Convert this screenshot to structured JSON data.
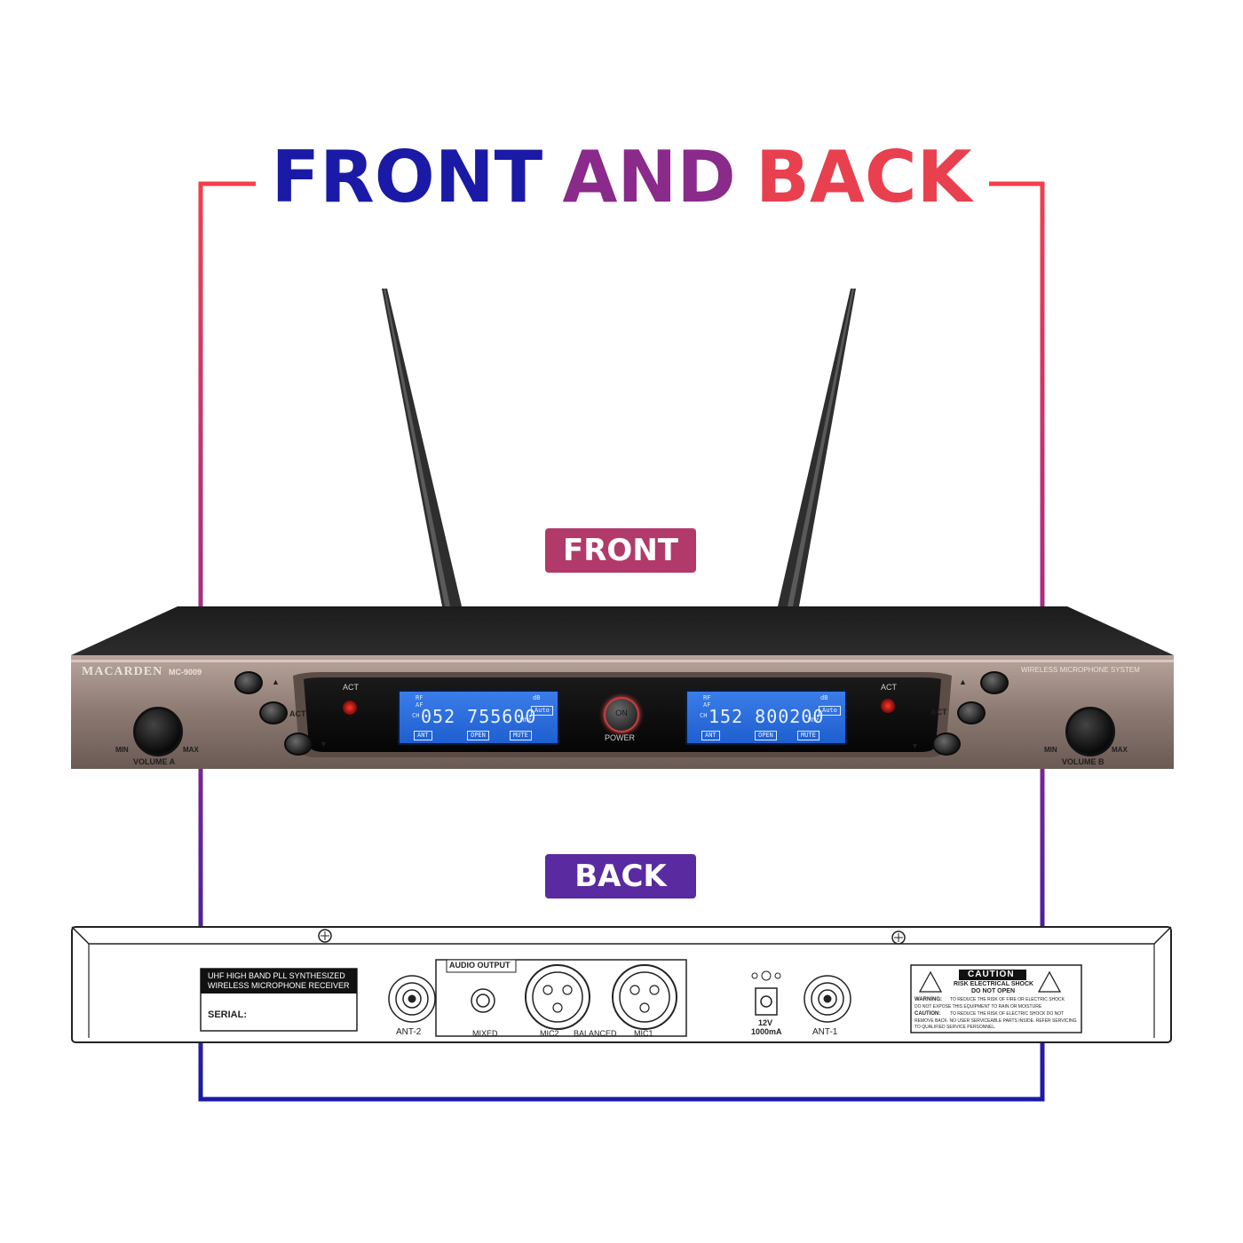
{
  "heading": {
    "word1": "FRONT",
    "word2": "AND",
    "word3": "BACK"
  },
  "colors": {
    "blue": "#1a1aa6",
    "purple": "#7a2a8a",
    "red": "#e8404f",
    "front_pill": "#b23a6a",
    "back_pill": "#5a2aa0"
  },
  "labels": {
    "front": "FRONT",
    "back": "BACK"
  },
  "front_panel": {
    "brand": "MACARDEN",
    "model": "MC-9009",
    "system_text": "WIRELESS MICROPHONE SYSTEM",
    "act_a": "ACT",
    "act_b": "ACT",
    "act_btn_a": "ACT",
    "act_btn_b": "ACT",
    "power": "POWER",
    "power_btn": "ON",
    "volume_a": "VOLUME A",
    "volume_b": "VOLUME B",
    "min": "MIN",
    "max": "MAX",
    "lcd_a": {
      "freq": "052 755600",
      "rf": "RF",
      "af": "AF",
      "ch": "CH",
      "db": "dB",
      "mhz": "Mhz",
      "auto": "Auto",
      "ant": "ANT",
      "open": "OPEN",
      "mute": "MUTE"
    },
    "lcd_b": {
      "freq": "152 800200",
      "rf": "RF",
      "af": "AF",
      "ch": "CH",
      "db": "dB",
      "mhz": "Mhz",
      "auto": "Auto",
      "ant": "ANT",
      "open": "OPEN",
      "mute": "MUTE"
    }
  },
  "back_panel": {
    "receiver_label_1": "UHF HIGH BAND PLL SYNTHESIZED",
    "receiver_label_2": "WIRELESS MICROPHONE RECEIVER",
    "serial": "SERIAL:",
    "ant2": "ANT-2",
    "ant1": "ANT-1",
    "audio_output": "AUDIO OUTPUT",
    "mixed": "MIXED",
    "mic2": "MIC2",
    "balanced": "BALANCED",
    "mic1": "MIC1",
    "power_spec_1": "12V",
    "power_spec_2": "1000mA",
    "caution": "CAUTION",
    "caution_sub_1": "RISK ELECTRICAL SHOCK",
    "caution_sub_2": "DO NOT OPEN",
    "warning_1": "WARNING:",
    "warning_line_1": "TO REDUCE THE RISK OF FIRE OR ELECTRIC SHOCK",
    "warning_line_2": "DO NOT EXPOSE THIS EQUIPMENT TO RAIN OR MOISTURE",
    "caution_2": "CAUTION:",
    "warning_line_3": "TO REDUCE THE RISK OF ELECTRIC SHOCK DO NOT",
    "warning_line_4": "REMOVE BACK. NO USER SERVICEABLE PARTS INSIDE. REFER SERVICING",
    "warning_line_5": "TO QUALIFIED SERVICE PERSONNEL."
  }
}
